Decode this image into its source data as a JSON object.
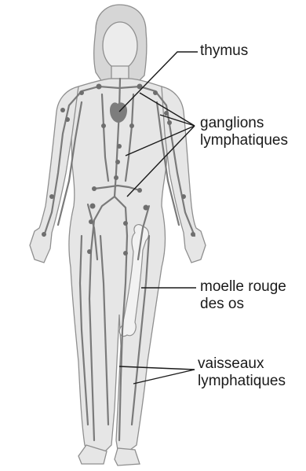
{
  "labels": {
    "thymus": {
      "lines": [
        "thymus"
      ]
    },
    "ganglions": {
      "lines": [
        "ganglions",
        "lymphatiques"
      ]
    },
    "moelle": {
      "lines": [
        "moelle rouge",
        "des os"
      ]
    },
    "vaisseaux": {
      "lines": [
        "vaisseaux",
        "lymphatiques"
      ]
    }
  },
  "colors": {
    "body_fill": "#e6e6e6",
    "body_outline": "#8f8f8f",
    "vessel": "#7a7a7a",
    "node": "#6e6e6e",
    "thymus": "#7d7d7d",
    "leader_line": "#1a1a1a"
  }
}
